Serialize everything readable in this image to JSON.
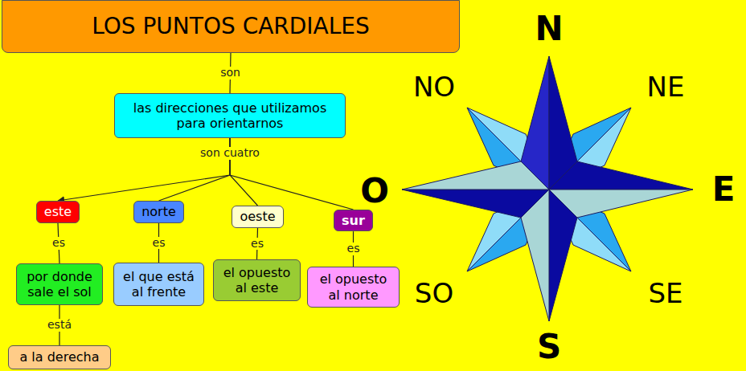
{
  "diagram": {
    "nodes": [
      {
        "text": [
          "LOS PUNTOS CARDIALES"
        ]
      },
      {
        "text": [
          "las direcciones que utilizamos para orientarnos"
        ]
      },
      {
        "text": [
          "este"
        ]
      },
      {
        "text": [
          "norte"
        ]
      },
      {
        "text": [
          "oeste"
        ]
      },
      {
        "text": [
          "sur"
        ]
      },
      {
        "text": [
          "por donde sale el sol"
        ]
      },
      {
        "text": [
          "el que está al frente"
        ]
      },
      {
        "text": [
          "el opuesto al este"
        ]
      },
      {
        "text": [
          "el opuesto al norte"
        ]
      },
      {
        "text": [
          "a la derecha"
        ]
      }
    ],
    "edges": [
      {
        "from": 0,
        "to": 1,
        "label": "son",
        "arrow": "none"
      },
      {
        "from": 1,
        "to": 2,
        "label": "son cuatro",
        "arrow": "to"
      },
      {
        "from": 1,
        "to": 3,
        "arrow": "none"
      },
      {
        "from": 1,
        "to": 4,
        "arrow": "none"
      },
      {
        "from": 1,
        "to": 5,
        "arrow": "none"
      },
      {
        "from": 2,
        "to": 6,
        "label": "es",
        "arrow": "none"
      },
      {
        "from": 3,
        "to": 7,
        "label": "es",
        "arrow": "none"
      },
      {
        "from": 4,
        "to": 8,
        "label": "es",
        "arrow": "none"
      },
      {
        "from": 5,
        "to": 9,
        "label": "es",
        "arrow": "none"
      },
      {
        "from": 6,
        "to": 10,
        "label": "está",
        "arrow": "none"
      }
    ],
    "labels": [
      "N",
      "NE",
      "E",
      "SE",
      "S",
      "SO",
      "O",
      "NO"
    ]
  }
}
